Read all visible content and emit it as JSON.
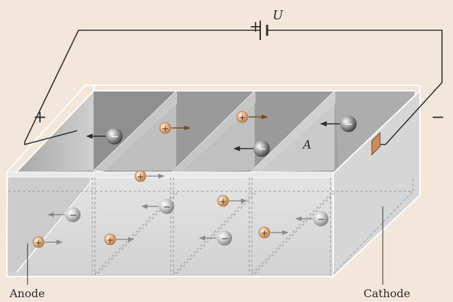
{
  "labels": {
    "voltage": "U",
    "plus_terminal": "+",
    "minus_terminal": "−",
    "battery_plus": "+",
    "region": "A",
    "anode": "Anode",
    "cathode": "Cathode"
  },
  "ions": {
    "positive_symbol": "+",
    "negative_symbol": "−",
    "positive_color": "#e2ad7c",
    "negative_color": "#8a8a8a",
    "top_arrow_color": "#7a4a1a",
    "front_arrow_color": "#888888"
  },
  "colors": {
    "background": "#f3e7dc",
    "floor_gray": "#8f8f8f",
    "wall_light": "#d9d9d9",
    "electrode": "#c98e5a"
  }
}
